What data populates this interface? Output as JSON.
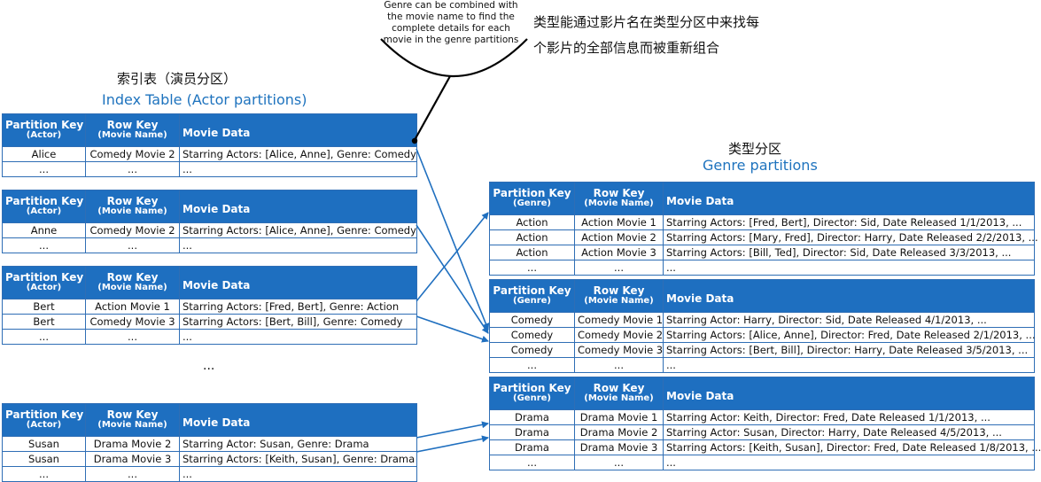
{
  "headers": {
    "partition_key_main": "Partition Key",
    "row_key_main": "Row Key",
    "row_key_sub": "(Movie Name)",
    "movie_data": "Movie Data",
    "actor_sub": "(Actor)",
    "genre_sub": "(Genre)"
  },
  "index": {
    "title_cn": "索引表（演员分区）",
    "title_en": "Index Table (Actor partitions)",
    "ellipsis": "...",
    "tables": [
      {
        "rows": [
          [
            "Alice",
            "Comedy Movie 2",
            "Starring Actors: [Alice, Anne], Genre: Comedy"
          ],
          [
            "...",
            "...",
            "..."
          ]
        ]
      },
      {
        "rows": [
          [
            "Anne",
            "Comedy Movie 2",
            "Starring Actors: [Alice, Anne], Genre: Comedy"
          ],
          [
            "...",
            "...",
            "..."
          ]
        ]
      },
      {
        "rows": [
          [
            "Bert",
            "Action Movie 1",
            "Starring Actors: [Fred, Bert], Genre: Action"
          ],
          [
            "Bert",
            "Comedy Movie 3",
            "Starring Actors: [Bert, Bill], Genre: Comedy"
          ],
          [
            "...",
            "...",
            "..."
          ]
        ]
      },
      {
        "rows": [
          [
            "Susan",
            "Drama Movie 2",
            "Starring Actor: Susan, Genre: Drama"
          ],
          [
            "Susan",
            "Drama Movie 3",
            "Starring Actors: [Keith, Susan], Genre: Drama"
          ],
          [
            "...",
            "...",
            "..."
          ]
        ]
      }
    ]
  },
  "genre": {
    "title_cn": "类型分区",
    "title_en": "Genre partitions",
    "tables": [
      {
        "rows": [
          [
            "Action",
            "Action Movie 1",
            "Starring Actors: [Fred, Bert], Director: Sid, Date Released 1/1/2013, ..."
          ],
          [
            "Action",
            "Action Movie 2",
            "Starring Actors: [Mary, Fred], Director: Harry, Date Released 2/2/2013, ..."
          ],
          [
            "Action",
            "Action Movie 3",
            "Starring Actors: [Bill, Ted], Director: Sid, Date Released 3/3/2013, ..."
          ],
          [
            "...",
            "...",
            "..."
          ]
        ]
      },
      {
        "rows": [
          [
            "Comedy",
            "Comedy Movie 1",
            "Starring Actor: Harry, Director: Sid, Date Released 4/1/2013, ..."
          ],
          [
            "Comedy",
            "Comedy Movie 2",
            "Starring Actors: [Alice, Anne], Director: Fred, Date Released 2/1/2013, ..."
          ],
          [
            "Comedy",
            "Comedy Movie 3",
            "Starring Actors: [Bert, Bill], Director: Harry, Date Released 3/5/2013, ..."
          ],
          [
            "...",
            "...",
            "..."
          ]
        ]
      },
      {
        "rows": [
          [
            "Drama",
            "Drama Movie 1",
            "Starring Actor: Keith, Director: Fred, Date Released 1/1/2013, ..."
          ],
          [
            "Drama",
            "Drama Movie 2",
            "Starring Actor: Susan, Director: Harry, Date Released 4/5/2013, ..."
          ],
          [
            "Drama",
            "Drama Movie 3",
            "Starring Actors: [Keith, Susan], Director: Fred, Date Released 1/8/2013, ..."
          ],
          [
            "...",
            "...",
            "..."
          ]
        ]
      }
    ]
  },
  "callout": {
    "text": "Genre can be combined with the movie name to find the complete details for each movie in the genre partitions",
    "note_cn_line1": "类型能通过影片名在类型分区中来找每",
    "note_cn_line2": "个影片的全部信息而被重新组合"
  },
  "colors": {
    "header_blue": "#1e6fc0",
    "border_blue": "#2f6eb5",
    "title_blue": "#1e73be",
    "arrow_blue": "#1f6fbf"
  }
}
